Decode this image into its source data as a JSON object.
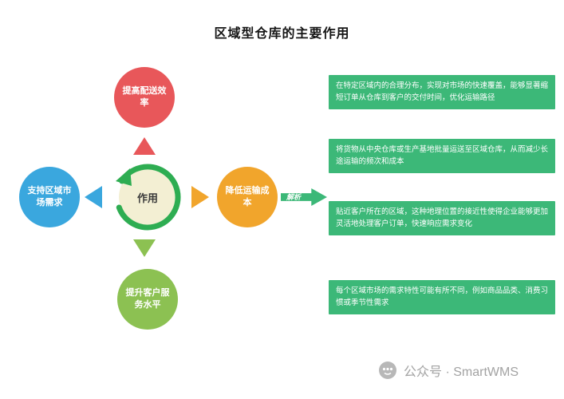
{
  "title": "区域型仓库的主要作用",
  "diagram": {
    "center_label": "作用",
    "arrow_label": "解析",
    "nodes": [
      {
        "position": "top",
        "label": "提高配送效率",
        "color": "#E8575A"
      },
      {
        "position": "left",
        "label": "支持区域市场需求",
        "color": "#3AA7DE"
      },
      {
        "position": "right",
        "label": "降低运输成本",
        "color": "#F1A52C"
      },
      {
        "position": "bottom",
        "label": "提升客户服务水平",
        "color": "#8CC152"
      }
    ]
  },
  "details": [
    "在特定区域内的合理分布，实现对市场的快速覆盖，能够显著缩短订单从仓库到客户的交付时间，优化运输路径",
    "将货物从中央仓库或生产基地批量运送至区域仓库，从而减少长途运输的频次和成本",
    "贴近客户所在的区域，这种地理位置的接近性使得企业能够更加灵活地处理客户订单，快速响应需求变化",
    "每个区域市场的需求特性可能有所不同，例如商品品类、消费习惯或季节性需求"
  ],
  "colors": {
    "detail_box": "#3CB878",
    "analysis_arrow": "#3CB878",
    "center_ring": "#2EAD52",
    "center_fill": "#F3EFD3"
  },
  "footer": {
    "text": "公众号 · SmartWMS"
  }
}
